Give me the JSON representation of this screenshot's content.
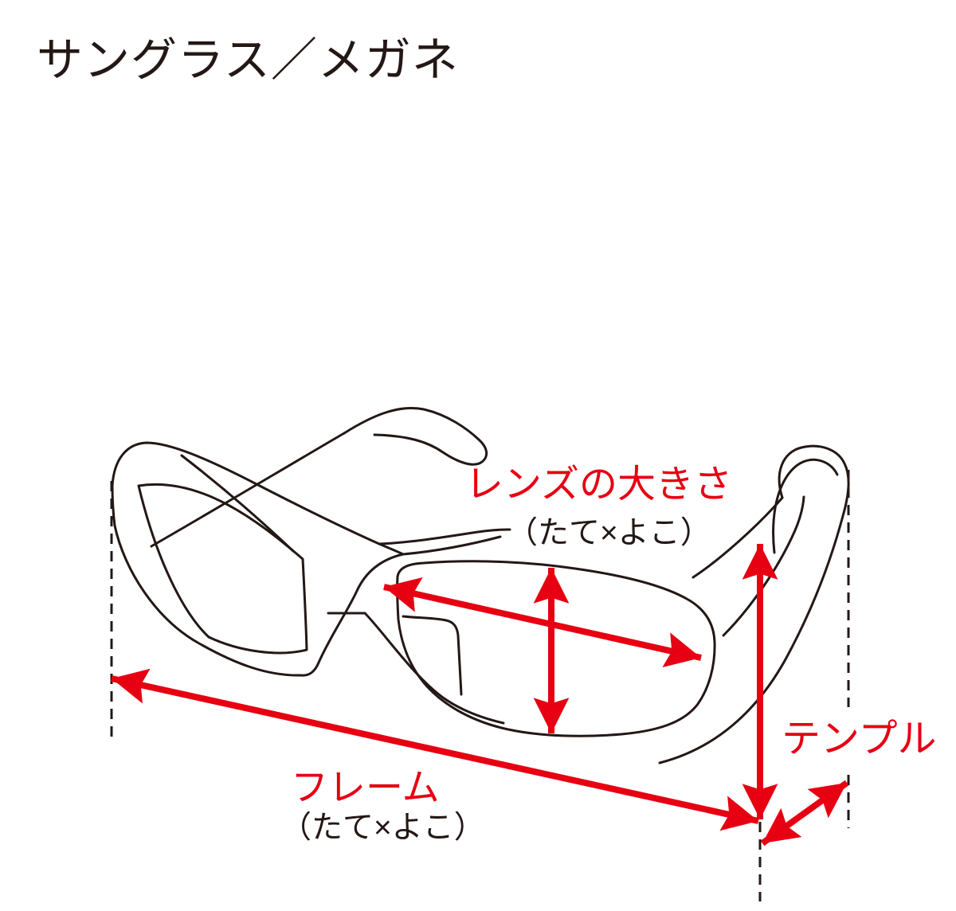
{
  "title": "サングラス／メガネ",
  "colors": {
    "accent_red": "#e60012",
    "line_ink": "#231815",
    "background": "#ffffff"
  },
  "annotations": {
    "lens": {
      "label": "レンズの大きさ",
      "sub_label": "（たて×よこ）"
    },
    "frame": {
      "label": "フレーム",
      "sub_label": "（たて×よこ）"
    },
    "temple": {
      "label": "テンプル"
    }
  }
}
